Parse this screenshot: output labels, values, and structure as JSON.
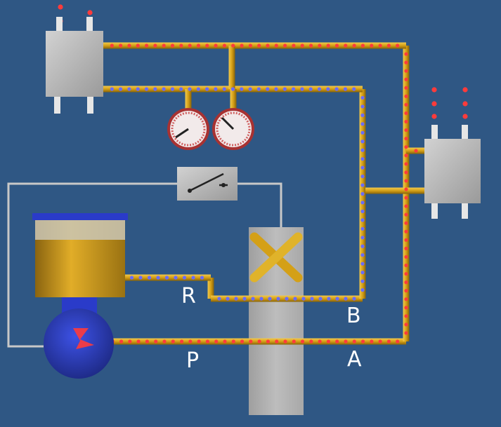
{
  "colors": {
    "background": "#2f5784",
    "pipe": "#d4a017",
    "pressure_flow": "#ff3b3b",
    "return_flow": "#6a6cff",
    "component": "#b9b9b9",
    "wire": "#c8c8c8",
    "reservoir": "#d9a21c",
    "pump": "#2a3bc9",
    "gauge_face": "#f2eaea"
  },
  "ports": {
    "r": "R",
    "b": "B",
    "p": "P",
    "a": "A"
  },
  "icons": {
    "pressure_gauge": "gauge-icon",
    "pressure_switch": "switch-icon",
    "valve_cross": "cross-icon",
    "pump_symbol": "pump-icon"
  }
}
